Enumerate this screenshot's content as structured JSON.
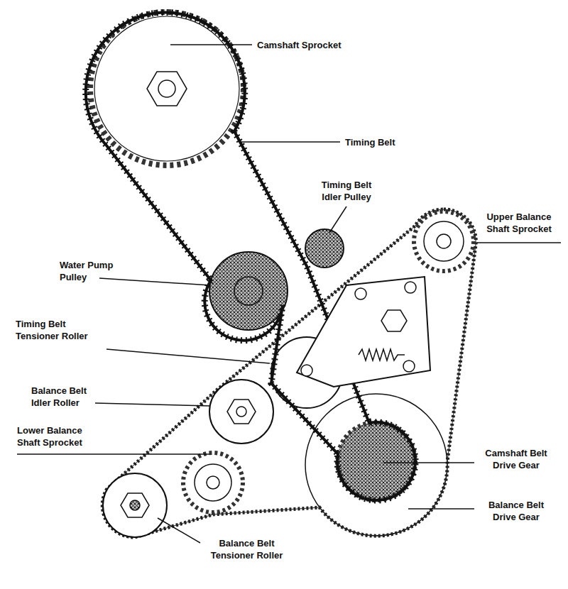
{
  "diagram": {
    "labels": [
      "Camshaft Sprocket",
      "Timing Belt",
      "Timing Belt Idler Pulley",
      "Upper Balance Shaft Sprocket",
      "Water Pump Pulley",
      "Timing Belt Tensioner Roller",
      "Balance Belt Idler Roller",
      "Lower Balance Shaft Sprocket",
      "Camshaft Belt Drive Gear",
      "Balance Belt Drive Gear",
      "Balance Belt Tensioner Roller"
    ]
  }
}
